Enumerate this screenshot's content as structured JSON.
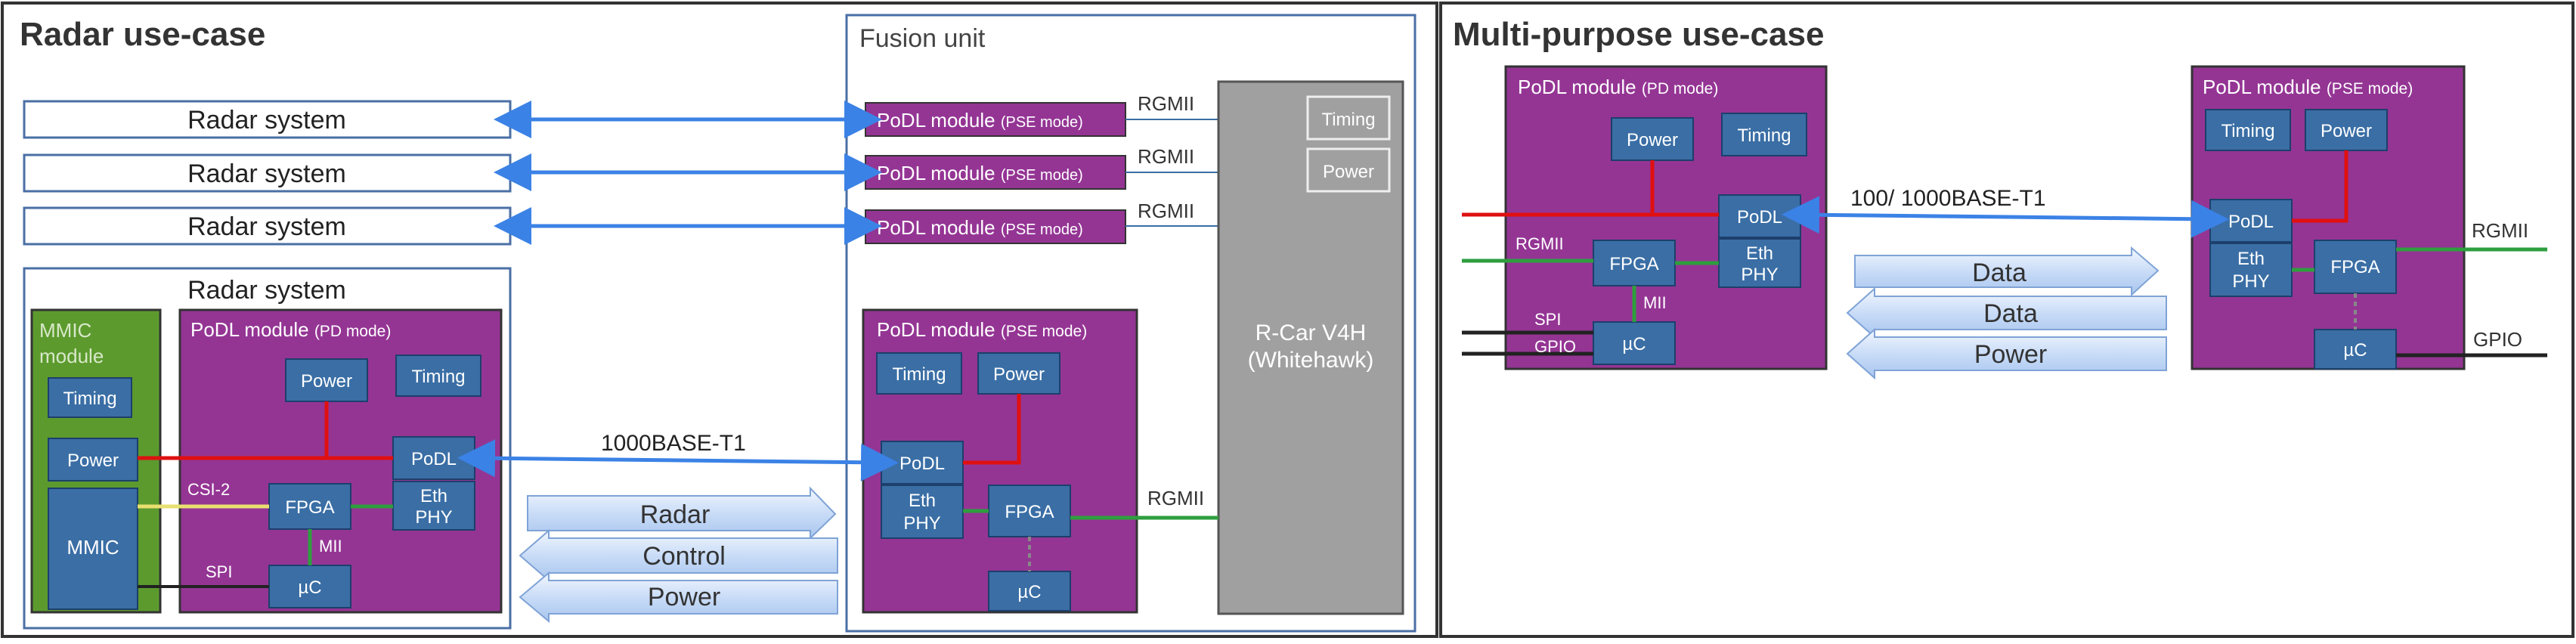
{
  "radar": {
    "title": "Radar use-case",
    "fusion_unit_title": "Fusion unit",
    "radar_system_label": "Radar system",
    "mmic_module_label": [
      "MMIC",
      "module"
    ],
    "podl_pd_title": "PoDL module",
    "pd_mode": "(PD mode)",
    "podl_pse_title": "PoDL module",
    "pse_mode": "(PSE mode)",
    "timing": "Timing",
    "power": "Power",
    "podl": "PoDL",
    "eth_phy": [
      "Eth",
      "PHY"
    ],
    "fpga": "FPGA",
    "uc": "µC",
    "mmic": "MMIC",
    "csi2": "CSI-2",
    "mii": "MII",
    "spi": "SPI",
    "rgmii": "RGMII",
    "link": "1000BASE-T1",
    "rcar": [
      "R-Car V4H",
      "(Whitehawk)"
    ],
    "flows": [
      "Radar",
      "Control",
      "Power"
    ]
  },
  "multi": {
    "title": "Multi-purpose use-case",
    "podl_title": "PoDL module",
    "pd_mode": "(PD mode)",
    "pse_mode": "(PSE mode)",
    "power": "Power",
    "timing": "Timing",
    "podl": "PoDL",
    "eth_phy": [
      "Eth",
      "PHY"
    ],
    "fpga": "FPGA",
    "uc": "µC",
    "rgmii": "RGMII",
    "mii": "MII",
    "spi": "SPI",
    "gpio": "GPIO",
    "link": "100/ 1000BASE-T1",
    "flows": [
      "Data",
      "Data",
      "Power"
    ]
  },
  "colors": {
    "purple": "#943594",
    "blue_box": "#3a6ea5",
    "green_module": "#5c9a2e",
    "gray": "#a0a0a0",
    "link_blue": "#3b82e6",
    "power_red": "#e01010",
    "data_green": "#2e9e3e"
  }
}
